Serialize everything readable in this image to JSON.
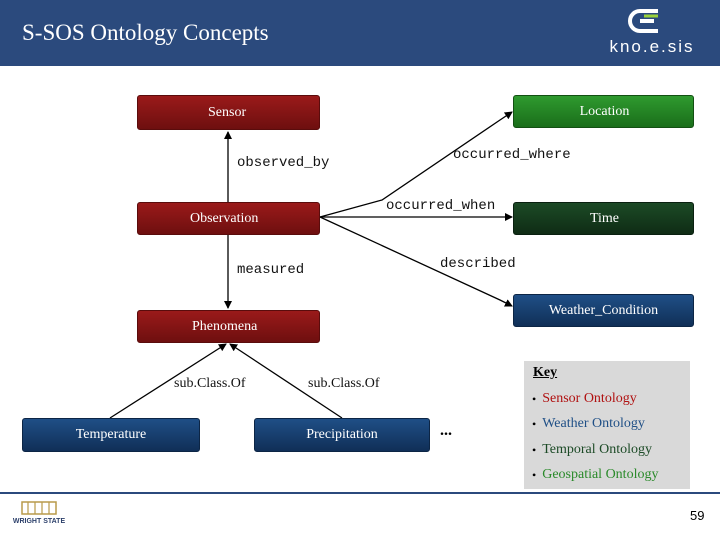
{
  "slide": {
    "title": "S-SOS Ontology Concepts",
    "logo_text": "kno.e.sis",
    "university": "WRIGHT STATE",
    "page_number": "59"
  },
  "nodes": {
    "sensor": "Sensor",
    "location": "Location",
    "observation": "Observation",
    "time": "Time",
    "weather_condition": "Weather_Condition",
    "phenomena": "Phenomena",
    "temperature": "Temperature",
    "precipitation": "Precipitation"
  },
  "edges": {
    "observed_by": "observed_by",
    "occurred_where": "occurred_where",
    "occurred_when": "occurred_when",
    "described": "described",
    "measured": "measured",
    "subclass_left": "sub.Class.Of",
    "subclass_right": "sub.Class.Of"
  },
  "ellipsis": "...",
  "key": {
    "title": "Key",
    "items": [
      {
        "label": "Sensor Ontology",
        "color": "#b01010"
      },
      {
        "label": "Weather Ontology",
        "color": "#1f4f86"
      },
      {
        "label": "Temporal Ontology",
        "color": "#1c4a26"
      },
      {
        "label": "Geospatial Ontology",
        "color": "#2a8a2a"
      }
    ]
  },
  "colors": {
    "header": "#2b4a7d",
    "sensor_ontology": "#8a1414",
    "weather_ontology": "#1f4f86",
    "temporal_ontology": "#1c4a26",
    "geospatial_ontology": "#2a8a2a"
  }
}
